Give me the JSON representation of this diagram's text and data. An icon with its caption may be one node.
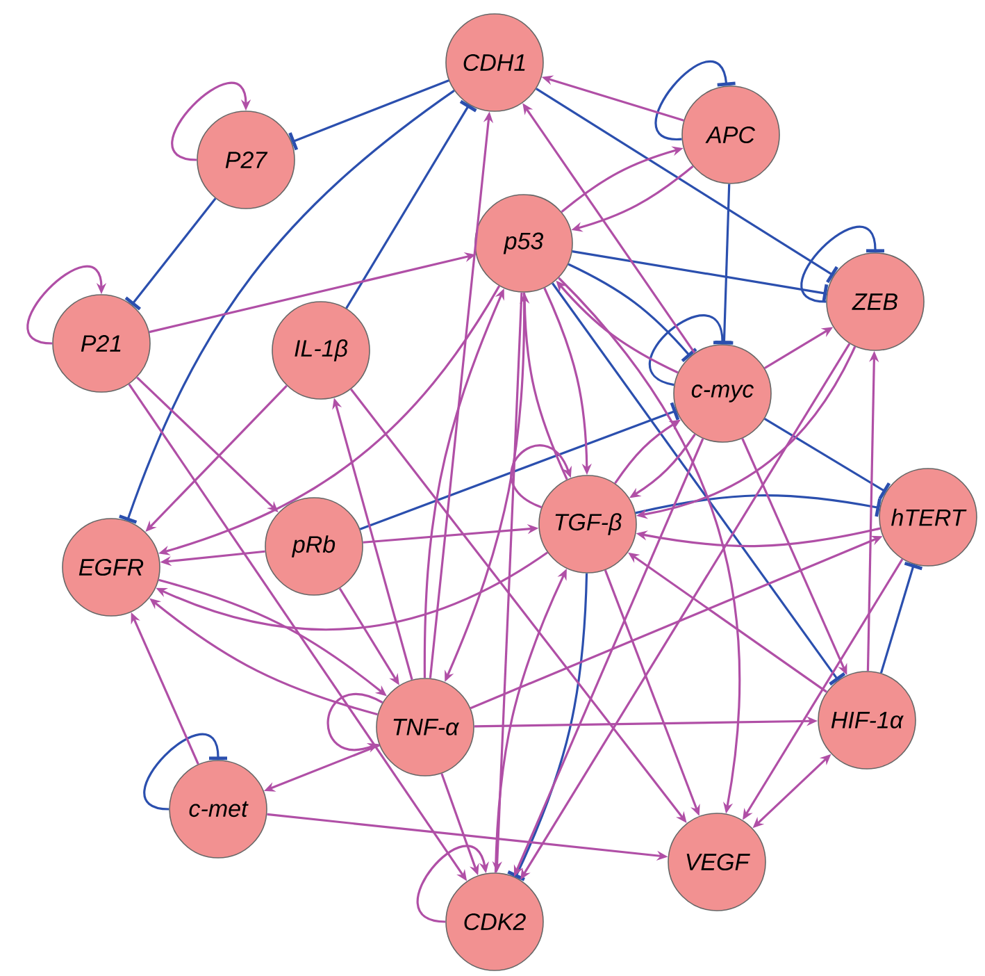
{
  "diagram": {
    "nodes": [
      {
        "text": [
          "CDH1"
        ]
      },
      {
        "text": [
          "P27"
        ]
      },
      {
        "text": [
          "APC"
        ]
      },
      {
        "text": [
          "p53"
        ]
      },
      {
        "text": [
          "P21"
        ]
      },
      {
        "text": [
          "IL-1β"
        ]
      },
      {
        "text": [
          "ZEB"
        ]
      },
      {
        "text": [
          "c-myc"
        ]
      },
      {
        "text": [
          "EGFR"
        ]
      },
      {
        "text": [
          "pRb"
        ]
      },
      {
        "text": [
          "TGF-β"
        ]
      },
      {
        "text": [
          "hTERT"
        ]
      },
      {
        "text": [
          "TNF-α"
        ]
      },
      {
        "text": [
          "HIF-1α"
        ]
      },
      {
        "text": [
          "c-met"
        ]
      },
      {
        "text": [
          "VEGF"
        ]
      },
      {
        "text": [
          "CDK2"
        ]
      }
    ],
    "edges": [
      {
        "from": 0,
        "to": 1,
        "arrow": "other",
        "color": "#2b4fae"
      },
      {
        "from": 1,
        "to": 4,
        "arrow": "other",
        "color": "#2b4fae"
      },
      {
        "from": 5,
        "to": 0,
        "arrow": "other",
        "color": "#2b4fae"
      },
      {
        "from": 0,
        "to": 8,
        "arrow": "other",
        "color": "#2b4fae"
      },
      {
        "from": 2,
        "to": 2,
        "arrow": "other",
        "color": "#2b4fae"
      },
      {
        "from": 0,
        "to": 6,
        "arrow": "other",
        "color": "#2b4fae"
      },
      {
        "from": 2,
        "to": 7,
        "arrow": "other",
        "color": "#2b4fae"
      },
      {
        "from": 6,
        "to": 6,
        "arrow": "other",
        "color": "#2b4fae"
      },
      {
        "from": 3,
        "to": 6,
        "arrow": "other",
        "color": "#2b4fae"
      },
      {
        "from": 3,
        "to": 7,
        "arrow": "other",
        "color": "#2b4fae"
      },
      {
        "from": 7,
        "to": 7,
        "arrow": "other",
        "color": "#2b4fae"
      },
      {
        "from": 9,
        "to": 7,
        "arrow": "other",
        "color": "#2b4fae"
      },
      {
        "from": 7,
        "to": 11,
        "arrow": "other",
        "color": "#2b4fae"
      },
      {
        "from": 3,
        "to": 13,
        "arrow": "other",
        "color": "#2b4fae"
      },
      {
        "from": 10,
        "to": 11,
        "arrow": "other",
        "color": "#2b4fae"
      },
      {
        "from": 13,
        "to": 11,
        "arrow": "other",
        "color": "#2b4fae"
      },
      {
        "from": 10,
        "to": 16,
        "arrow": "other",
        "color": "#2b4fae"
      },
      {
        "from": 14,
        "to": 14,
        "arrow": "other",
        "color": "#2b4fae"
      },
      {
        "from": 1,
        "to": 1,
        "arrow": "to"
      },
      {
        "from": 4,
        "to": 4,
        "arrow": "to"
      },
      {
        "from": 2,
        "to": 0,
        "arrow": "to"
      },
      {
        "from": 2,
        "to": 3,
        "arrow": "to"
      },
      {
        "from": 3,
        "to": 2,
        "arrow": "to"
      },
      {
        "from": 4,
        "to": 3,
        "arrow": "to"
      },
      {
        "from": 4,
        "to": 9,
        "arrow": "to"
      },
      {
        "from": 4,
        "to": 16,
        "arrow": "to"
      },
      {
        "from": 5,
        "to": 8,
        "arrow": "to"
      },
      {
        "from": 7,
        "to": 3,
        "arrow": "to"
      },
      {
        "from": 7,
        "to": 0,
        "arrow": "to"
      },
      {
        "from": 7,
        "to": 6,
        "arrow": "to"
      },
      {
        "from": 12,
        "to": 0,
        "arrow": "to"
      },
      {
        "from": 12,
        "to": 5,
        "arrow": "to"
      },
      {
        "from": 12,
        "to": 3,
        "arrow": "to"
      },
      {
        "from": 3,
        "to": 8,
        "arrow": "to"
      },
      {
        "from": 3,
        "to": 10,
        "arrow": "to"
      },
      {
        "from": 3,
        "to": 12,
        "arrow": "to"
      },
      {
        "from": 3,
        "to": 15,
        "arrow": "to"
      },
      {
        "from": 3,
        "to": 16,
        "arrow": "to"
      },
      {
        "from": 10,
        "to": 3,
        "arrow": "to"
      },
      {
        "from": 10,
        "to": 8,
        "arrow": "to"
      },
      {
        "from": 9,
        "to": 8,
        "arrow": "to"
      },
      {
        "from": 9,
        "to": 10,
        "arrow": "to"
      },
      {
        "from": 9,
        "to": 12,
        "arrow": "to"
      },
      {
        "from": 8,
        "to": 12,
        "arrow": "to"
      },
      {
        "from": 12,
        "to": 8,
        "arrow": "to"
      },
      {
        "from": 14,
        "to": 8,
        "arrow": "to"
      },
      {
        "from": 12,
        "to": 14,
        "arrow": "to"
      },
      {
        "from": 14,
        "to": 15,
        "arrow": "to"
      },
      {
        "from": 12,
        "to": 16,
        "arrow": "to"
      },
      {
        "from": 12,
        "to": 13,
        "arrow": "to"
      },
      {
        "from": 12,
        "to": 11,
        "arrow": "to"
      },
      {
        "from": 10,
        "to": 15,
        "arrow": "to"
      },
      {
        "from": 10,
        "to": 7,
        "arrow": "to"
      },
      {
        "from": 7,
        "to": 10,
        "arrow": "to"
      },
      {
        "from": 6,
        "to": 10,
        "arrow": "to"
      },
      {
        "from": 6,
        "to": 16,
        "arrow": "to"
      },
      {
        "from": 13,
        "to": 6,
        "arrow": "to"
      },
      {
        "from": 13,
        "to": 10,
        "arrow": "to"
      },
      {
        "from": 15,
        "to": 13,
        "arrow": "both"
      },
      {
        "from": 11,
        "to": 15,
        "arrow": "to"
      },
      {
        "from": 11,
        "to": 10,
        "arrow": "to"
      },
      {
        "from": 7,
        "to": 13,
        "arrow": "to"
      },
      {
        "from": 5,
        "to": 15,
        "arrow": "to"
      },
      {
        "from": 16,
        "to": 16,
        "arrow": "to"
      },
      {
        "from": 12,
        "to": 12,
        "arrow": "to"
      },
      {
        "from": 10,
        "to": 10,
        "arrow": "to"
      },
      {
        "from": 16,
        "to": 10,
        "arrow": "to"
      },
      {
        "from": 7,
        "to": 16,
        "arrow": "to"
      }
    ]
  }
}
